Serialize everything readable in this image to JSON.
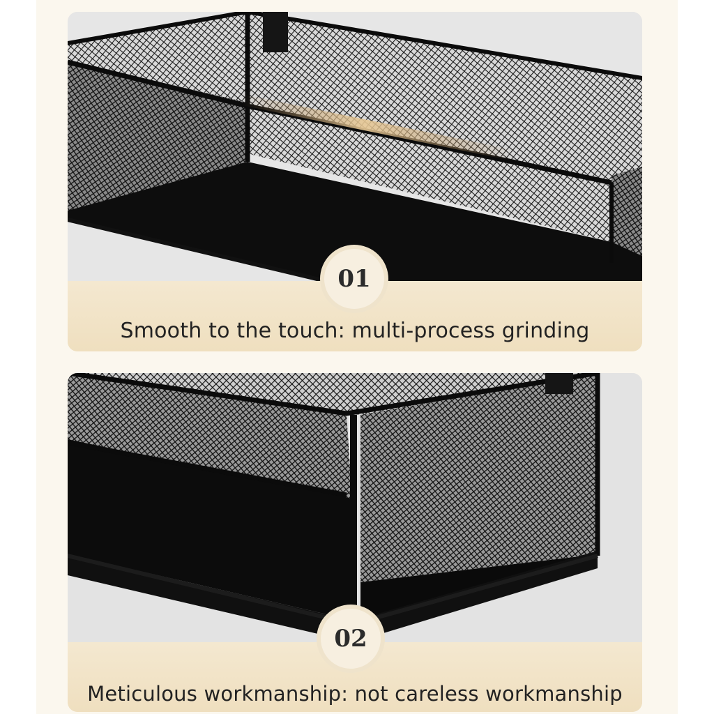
{
  "background_color": "#fbf7ee",
  "accent_color": "#f1e4ca",
  "panels": [
    {
      "number": "01",
      "caption": "Smooth to the touch: multi-process grinding"
    },
    {
      "number": "02",
      "caption": "Meticulous workmanship: not careless workmanship"
    }
  ]
}
